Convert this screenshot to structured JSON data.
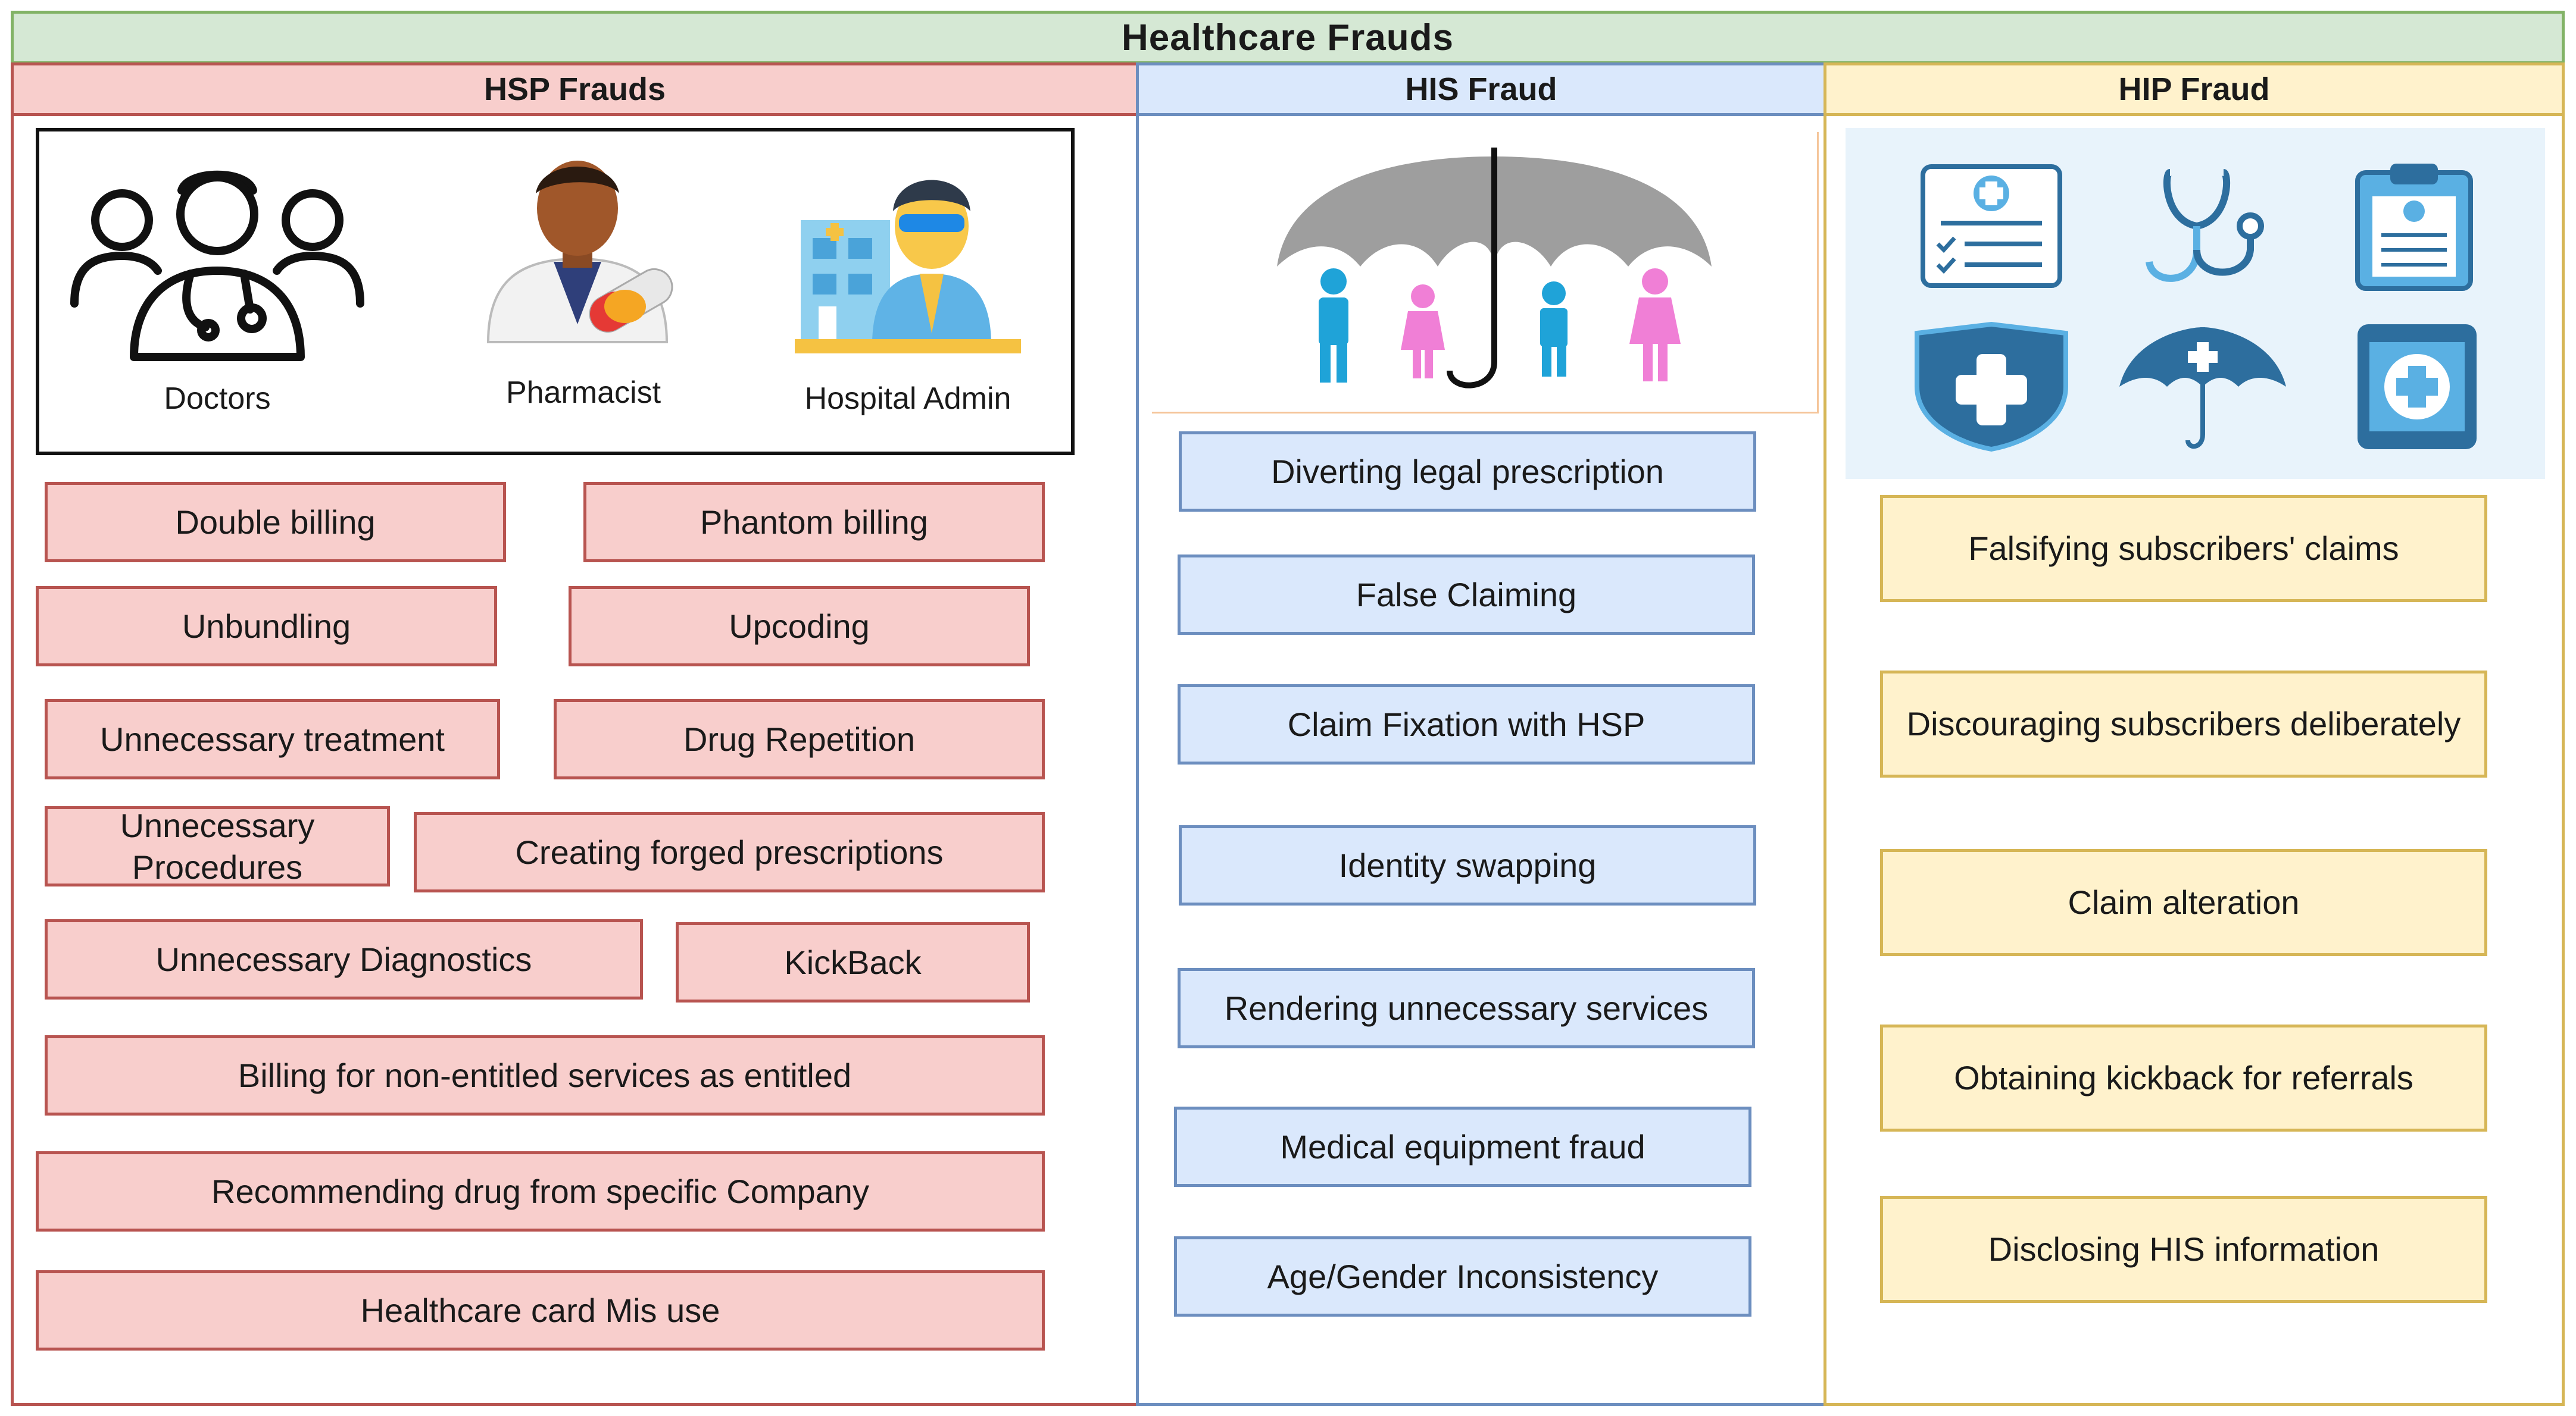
{
  "title": "Healthcare Frauds",
  "columns": {
    "hsp": {
      "header": "HSP Frauds",
      "roles": [
        "Doctors",
        "Pharmacist",
        "Hospital Admin"
      ],
      "items": [
        "Double billing",
        "Phantom billing",
        "Unbundling",
        "Upcoding",
        "Unnecessary treatment",
        "Drug Repetition",
        "Unnecessary Procedures",
        "Creating forged prescriptions",
        "Unnecessary Diagnostics",
        "KickBack",
        "Billing for non-entitled services as entitled",
        "Recommending drug from specific Company",
        "Healthcare card Mis use"
      ]
    },
    "his": {
      "header": "HIS Fraud",
      "items": [
        "Diverting legal prescription",
        "False Claiming",
        "Claim Fixation with HSP",
        "Identity swapping",
        "Rendering unnecessary services",
        "Medical equipment fraud",
        "Age/Gender Inconsistency"
      ]
    },
    "hip": {
      "header": "HIP Fraud",
      "items": [
        "Falsifying subscribers' claims",
        "Discouraging subscribers deliberately",
        "Claim alteration",
        "Obtaining kickback for referrals",
        "Disclosing HIS information"
      ]
    }
  },
  "icons": {
    "roles": [
      "doctors-group-icon",
      "pharmacist-icon",
      "hospital-admin-icon"
    ],
    "his": "umbrella-family-icon",
    "hip": [
      "medical-report-icon",
      "stethoscope-icon",
      "clipboard-icon",
      "shield-cross-icon",
      "umbrella-cross-icon",
      "tablet-cross-icon"
    ]
  },
  "colors": {
    "title_fill": "#d5e8d4",
    "title_border": "#82b366",
    "hsp_fill": "#f8cecc",
    "hsp_border": "#b85450",
    "his_fill": "#dae8fc",
    "his_border": "#6c8ebf",
    "hip_fill": "#fff2cc",
    "hip_border": "#d6b656"
  }
}
